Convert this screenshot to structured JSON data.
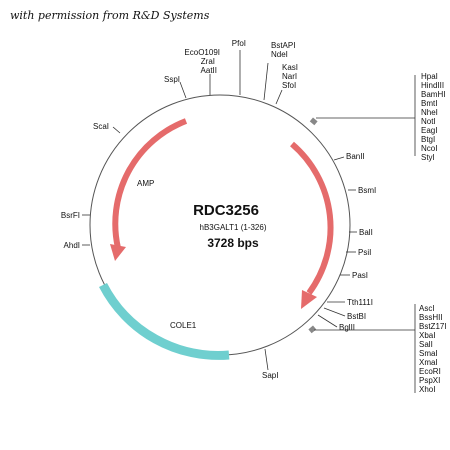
{
  "credit": "with permission from R&D Systems",
  "plasmid": {
    "name": "RDC3256",
    "insert": "hB3GALT1 (1-326)",
    "size": "3728 bps"
  },
  "features": [
    {
      "label": "AMP",
      "color": "#e56b6b"
    },
    {
      "label": "hB3GALT1 (1-326)",
      "color": "#e56b6b"
    },
    {
      "label": "COLE1",
      "color": "#6fcfcf"
    }
  ],
  "top_sites": {
    "pfoi": "PfoI",
    "eco_group": [
      "EcoO109I",
      "ZraI",
      "AatII"
    ],
    "sspi": "SspI",
    "bst_group": [
      "BstAPI",
      "NdeI"
    ],
    "kas_group": [
      "KasI",
      "NarI",
      "SfoI"
    ]
  },
  "left_sites": [
    "ScaI",
    "BsrFI",
    "AhdI"
  ],
  "right_sites": [
    "BanII",
    "BsmI",
    "BalI",
    "PsiI",
    "PasI",
    "Tth111I",
    "BstBI",
    "BglII"
  ],
  "bottom_sites": [
    "SapI"
  ],
  "mcs1": [
    "HpaI",
    "HindIII",
    "BamHI",
    "BmtI",
    "NheI",
    "NotI",
    "EagI",
    "BtgI",
    "NcoI",
    "StyI"
  ],
  "mcs2": [
    "AscI",
    "BssHII",
    "BstZ17I",
    "XbaI",
    "SalI",
    "SmaI",
    "XmaI",
    "EcoRI",
    "PspXI",
    "XhoI"
  ]
}
